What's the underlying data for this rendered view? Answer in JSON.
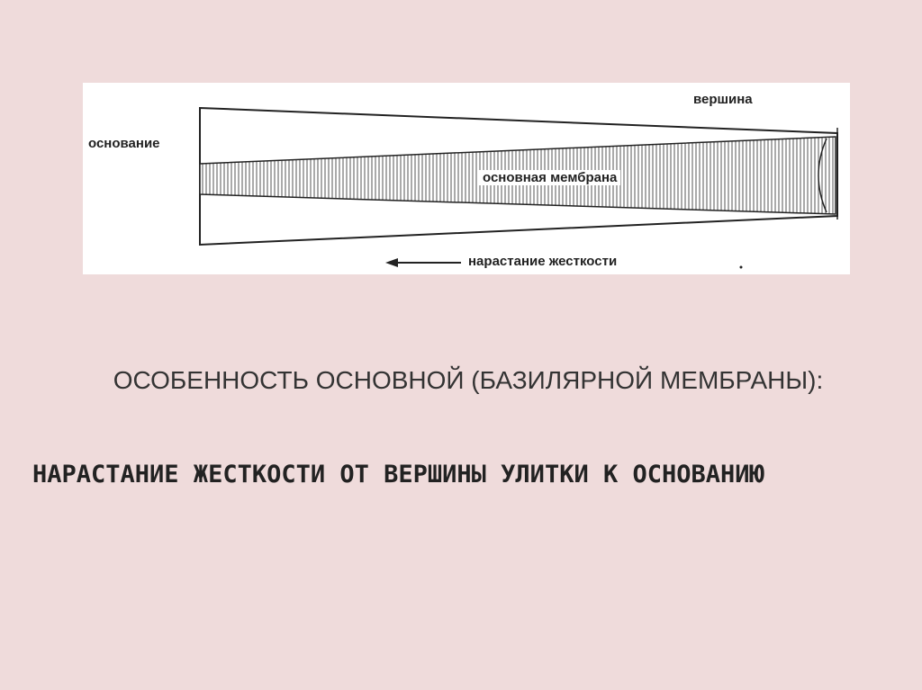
{
  "diagram": {
    "label_apex": "вершина",
    "label_base": "основание",
    "label_membrane": "основная мембрана",
    "label_stiffness": "нарастание жесткости"
  },
  "heading": "ОСОБЕННОСТЬ ОСНОВНОЙ (БАЗИЛЯРНОЙ МЕМБРАНЫ):",
  "emphasis": "НАРАСТАНИЕ ЖЕСТКОСТИ ОТ ВЕРШИНЫ УЛИТКИ К ОСНОВАНИЮ",
  "colors": {
    "background": "#efdbdb",
    "diagram_background": "#ffffff",
    "ink": "#222222"
  }
}
